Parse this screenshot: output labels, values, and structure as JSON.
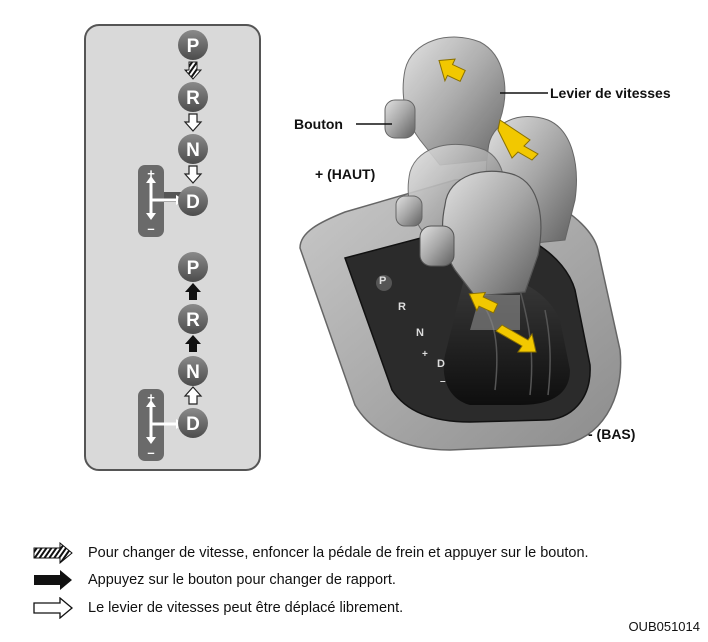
{
  "shift_pattern": {
    "upper": [
      "P",
      "R",
      "N",
      "D"
    ],
    "lower": [
      "P",
      "R",
      "N",
      "D"
    ],
    "manual_plus": "+",
    "manual_minus": "–"
  },
  "illustration": {
    "gate_letters": [
      "P",
      "R",
      "N",
      "+",
      "D",
      "–"
    ],
    "labels": {
      "button": "Bouton",
      "lever": "Levier de vitesses",
      "up": "+ (HAUT)",
      "down": "- (BAS)"
    },
    "colors": {
      "arrow": "#f2c800",
      "panel": "#d9d9d9",
      "knob": "#9a9a9a"
    }
  },
  "legend": [
    {
      "icon": "hatched-arrow-icon",
      "text": "Pour changer de vitesse, enfoncer la pédale de frein et appuyer sur le bouton."
    },
    {
      "icon": "black-arrow-icon",
      "text": "Appuyez sur le bouton pour changer de rapport."
    },
    {
      "icon": "outline-arrow-icon",
      "text": "Le levier de vitesses peut être déplacé librement."
    }
  ],
  "figure_code": "OUB051014"
}
